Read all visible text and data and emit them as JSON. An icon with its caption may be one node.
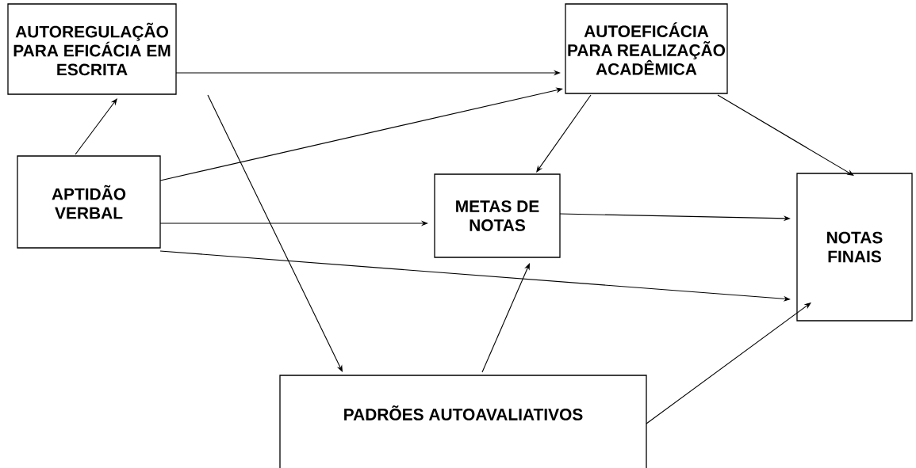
{
  "diagram": {
    "nodes": [
      {
        "text": [
          "AUTOREGULAÇÃO PARA EFICÁCIA EM ESCRITA"
        ]
      },
      {
        "text": [
          "AUTOEFICÁCIA PARA REALIZAÇÃO ACADÊMICA"
        ]
      },
      {
        "text": [
          "APTIDÃO VERBAL"
        ]
      },
      {
        "text": [
          "METAS DE NOTAS"
        ]
      },
      {
        "text": [
          "NOTAS FINAIS"
        ]
      },
      {
        "text": [
          "PADRÕES AUTOAVALIATIVOS"
        ]
      }
    ],
    "edges": [
      {
        "from": 0,
        "to": 1,
        "arrow": "to"
      },
      {
        "from": 2,
        "to": 0,
        "arrow": "to"
      },
      {
        "from": 2,
        "to": 1,
        "arrow": "to"
      },
      {
        "from": 2,
        "to": 3,
        "arrow": "to"
      },
      {
        "from": 2,
        "to": 4,
        "arrow": "to"
      },
      {
        "from": 0,
        "to": 5,
        "arrow": "to"
      },
      {
        "from": 1,
        "to": 3,
        "arrow": "to"
      },
      {
        "from": 1,
        "to": 4,
        "arrow": "to"
      },
      {
        "from": 3,
        "to": 4,
        "arrow": "to"
      },
      {
        "from": 5,
        "to": 3,
        "arrow": "to"
      },
      {
        "from": 5,
        "to": 4,
        "arrow": "to"
      }
    ]
  }
}
